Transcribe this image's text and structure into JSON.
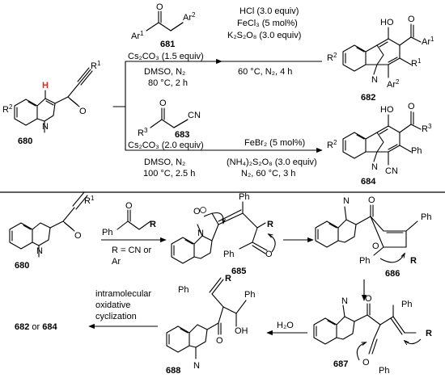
{
  "colors": {
    "highlight_h": "#e8231d",
    "new_bond": "#1f3fe0",
    "ink": "#000000"
  },
  "compounds": {
    "c680": "680",
    "c681": "681",
    "c682": "682",
    "c683": "683",
    "c684": "684",
    "c685": "685",
    "c686": "686",
    "c687": "687",
    "c688": "688"
  },
  "labels": {
    "R1": "R",
    "R1_sup": "1",
    "R2": "R",
    "R2_sup": "2",
    "R3": "R",
    "R3_sup": "3",
    "Ar1": "Ar",
    "Ar1_sup": "1",
    "Ar2": "Ar",
    "Ar2_sup": "2",
    "H": "H",
    "N": "N",
    "O": "O",
    "OH": "OH",
    "HO": "HO",
    "CN": "CN",
    "Ph": "Ph",
    "R": "R",
    "R_bold": "R"
  },
  "conditions": {
    "top_left_base": "Cs₂CO₃ (1.5 equiv)",
    "top_left_solvent": "DMSO, N₂",
    "top_left_temp": "80 °C, 2 h",
    "top_right_1": "HCl (3.0 equiv)",
    "top_right_2": "FeCl₃ (5 mol%)",
    "top_right_3": "K₂S₂O₈ (3.0 equiv)",
    "top_right_4": "60 °C, N₂, 4 h",
    "bot_left_base": "Cs₂CO₃ (2.0 equiv)",
    "bot_left_solvent": "DMSO, N₂",
    "bot_left_temp": "100 °C, 2.5 h",
    "bot_right_1": "FeBr₂ (5 mol%)",
    "bot_right_2": "(NH₄)₂S₂O₈ (3.0 equiv)",
    "bot_right_3": "N₂, 60 °C, 3 h"
  },
  "mechanism": {
    "r_def_1": "R = CN or",
    "r_def_2": "Ar",
    "water": "H₂O",
    "cycl_1": "intramolecular",
    "cycl_2": "oxidative",
    "cycl_3": "cyclization",
    "final_a": "682",
    "final_or": "or",
    "final_b": "684"
  }
}
